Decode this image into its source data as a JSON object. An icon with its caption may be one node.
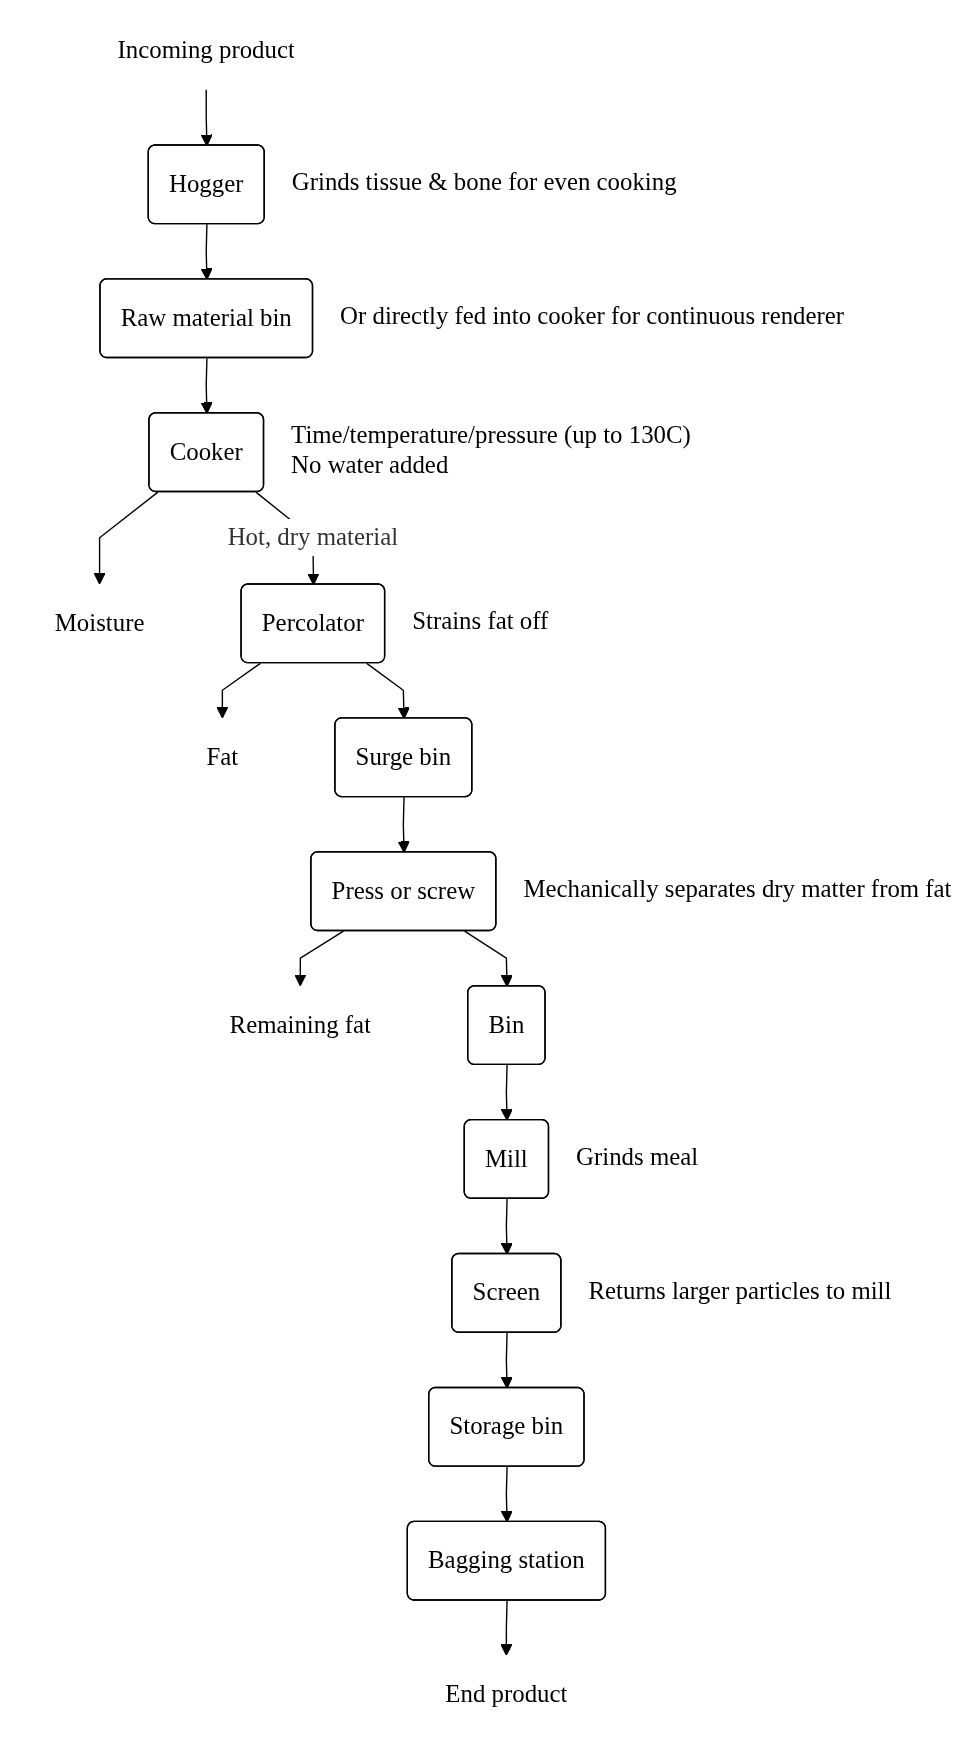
{
  "diagram": {
    "nodes": [
      {
        "text": [
          "Incoming product"
        ]
      },
      {
        "text": [
          "Hogger"
        ],
        "beside": [
          "Grinds tissue & bone for even cooking"
        ]
      },
      {
        "text": [
          "Raw material bin"
        ],
        "beside": [
          "Or directly fed into cooker for continuous renderer"
        ]
      },
      {
        "text": [
          "Cooker"
        ],
        "beside": [
          "Time/temperature/pressure (up to 130C)",
          "No water added"
        ]
      },
      {
        "text": [
          "Moisture"
        ]
      },
      {
        "text": [
          "Percolator"
        ],
        "beside": [
          "Strains fat off"
        ]
      },
      {
        "text": [
          "Fat"
        ]
      },
      {
        "text": [
          "Surge bin"
        ]
      },
      {
        "text": [
          "Press or screw"
        ],
        "beside": [
          "Mechanically separates dry matter from fat"
        ]
      },
      {
        "text": [
          "Remaining fat"
        ]
      },
      {
        "text": [
          "Bin"
        ]
      },
      {
        "text": [
          "Mill"
        ],
        "beside": [
          "Grinds meal"
        ]
      },
      {
        "text": [
          "Screen"
        ],
        "beside": [
          "Returns larger particles to mill"
        ]
      },
      {
        "text": [
          "Storage bin"
        ]
      },
      {
        "text": [
          "Bagging station"
        ]
      },
      {
        "text": [
          "End product"
        ]
      }
    ],
    "edges": [
      {
        "from": 0,
        "to": 1,
        "arrow": "to"
      },
      {
        "from": 1,
        "to": 2,
        "arrow": "to"
      },
      {
        "from": 2,
        "to": 3,
        "arrow": "to"
      },
      {
        "from": 3,
        "to": 4,
        "arrow": "to"
      },
      {
        "from": 3,
        "to": 5,
        "arrow": "to",
        "label": "Hot, dry material"
      },
      {
        "from": 5,
        "to": 6,
        "arrow": "to"
      },
      {
        "from": 5,
        "to": 7,
        "arrow": "to"
      },
      {
        "from": 7,
        "to": 8,
        "arrow": "to"
      },
      {
        "from": 8,
        "to": 9,
        "arrow": "to"
      },
      {
        "from": 8,
        "to": 10,
        "arrow": "to"
      },
      {
        "from": 10,
        "to": 11,
        "arrow": "to"
      },
      {
        "from": 11,
        "to": 12,
        "arrow": "to"
      },
      {
        "from": 12,
        "to": 13,
        "arrow": "to"
      },
      {
        "from": 13,
        "to": 14,
        "arrow": "to"
      },
      {
        "from": 14,
        "to": 15,
        "arrow": "to"
      }
    ]
  }
}
